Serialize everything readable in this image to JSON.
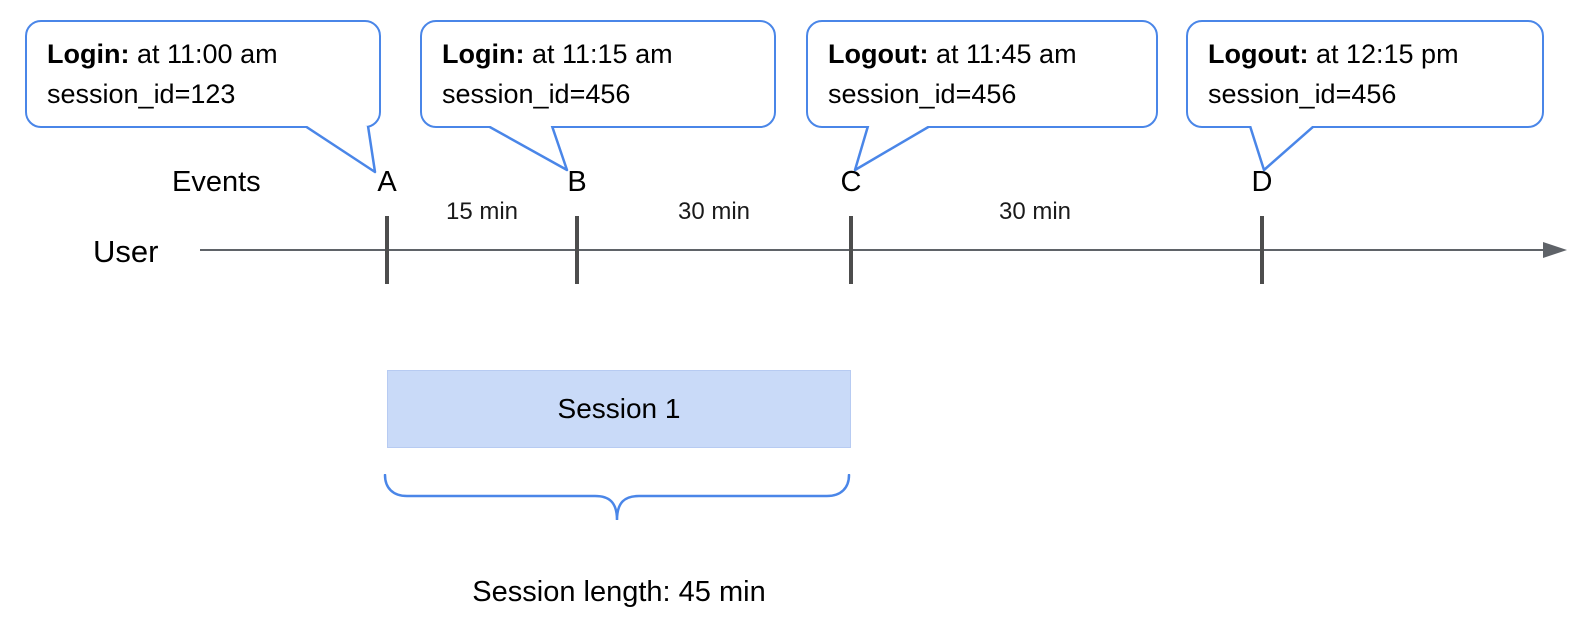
{
  "callouts": [
    {
      "label": "Login:",
      "detail": "at 11:00 am",
      "session": "session_id=123"
    },
    {
      "label": "Login:",
      "detail": "at 11:15 am",
      "session": "session_id=456"
    },
    {
      "label": "Logout:",
      "detail": "at 11:45 am",
      "session": "session_id=456"
    },
    {
      "label": "Logout:",
      "detail": "at 12:15 pm",
      "session": "session_id=456"
    }
  ],
  "timeline": {
    "events_label": "Events",
    "user_label": "User",
    "markers": [
      "A",
      "B",
      "C",
      "D"
    ],
    "intervals": [
      "15 min",
      "30 min",
      "30 min"
    ]
  },
  "session": {
    "label": "Session 1",
    "length_label": "Session length: 45 min"
  },
  "colors": {
    "accent_blue": "#4a86e8",
    "session_fill": "#c9daf8",
    "axis_gray": "#5f6368",
    "tick_gray": "#4d4d4d",
    "text_black": "#000000"
  }
}
